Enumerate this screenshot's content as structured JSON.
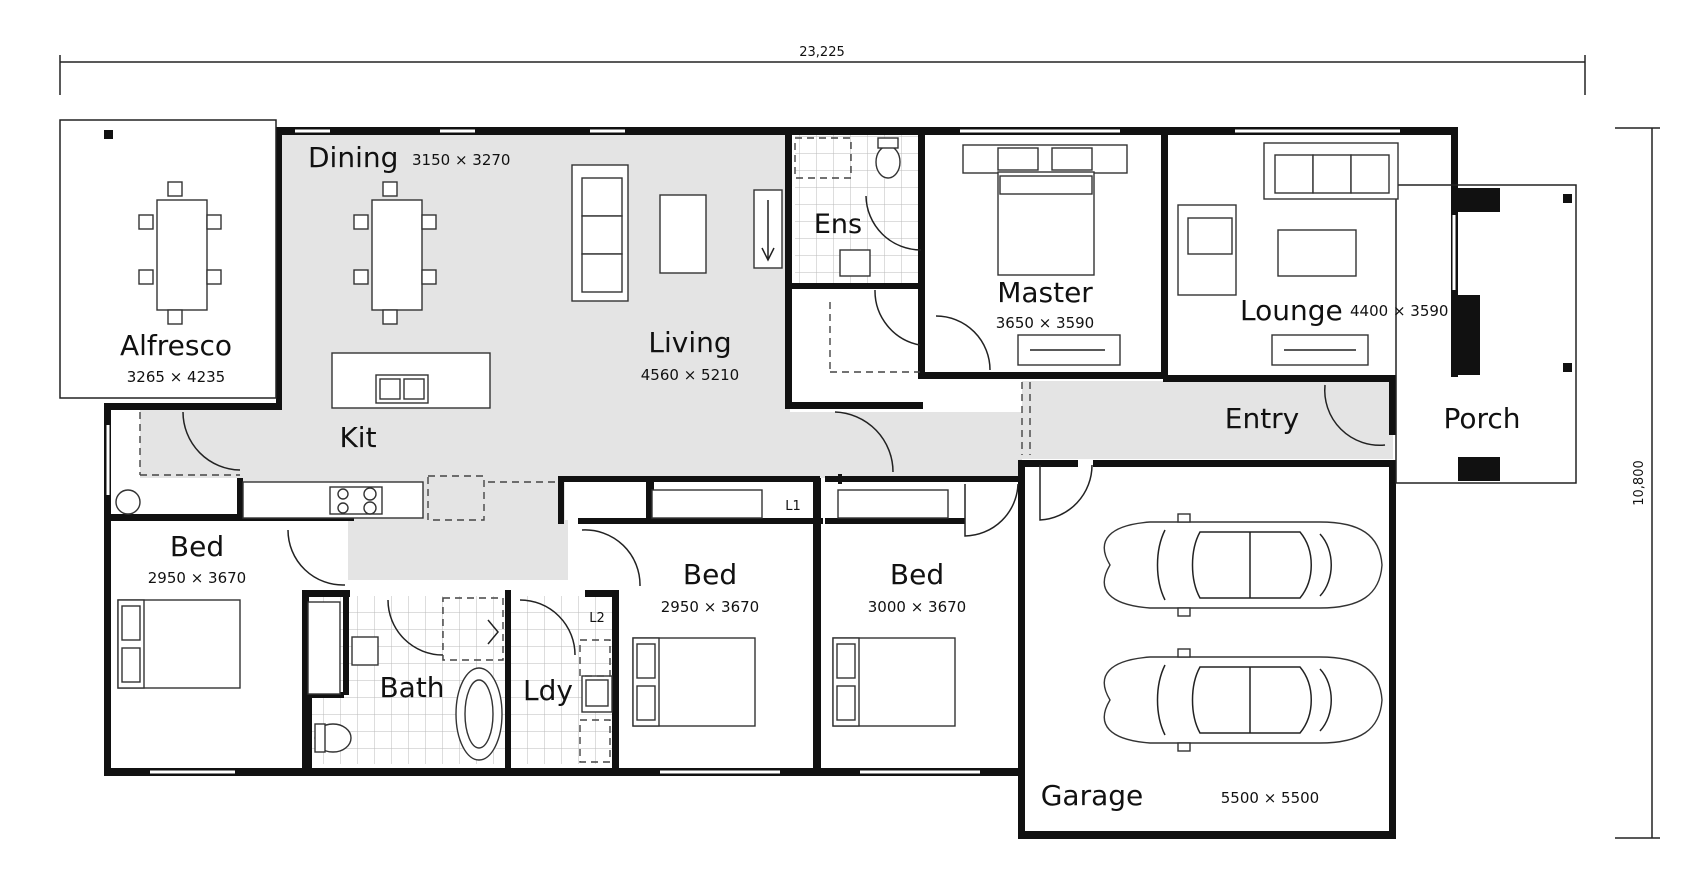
{
  "plan": {
    "overall_width": "23,225",
    "overall_depth": "10,800",
    "rooms": {
      "dining": {
        "name": "Dining",
        "size": "3150 × 3270"
      },
      "alfresco": {
        "name": "Alfresco",
        "size": "3265 × 4235"
      },
      "living": {
        "name": "Living",
        "size": "4560 × 5210"
      },
      "kit": {
        "name": "Kit"
      },
      "ens": {
        "name": "Ens"
      },
      "master": {
        "name": "Master",
        "size": "3650 × 3590"
      },
      "lounge": {
        "name": "Lounge",
        "size": "4400 × 3590"
      },
      "entry": {
        "name": "Entry"
      },
      "porch": {
        "name": "Porch"
      },
      "bed1": {
        "name": "Bed",
        "size": "2950 × 3670"
      },
      "bed2": {
        "name": "Bed",
        "size": "2950 × 3670"
      },
      "bed3": {
        "name": "Bed",
        "size": "3000 × 3670"
      },
      "bath": {
        "name": "Bath"
      },
      "ldy": {
        "name": "Ldy"
      },
      "garage": {
        "name": "Garage",
        "size": "5500 × 5500"
      }
    },
    "tags": {
      "l1": "L1",
      "l2": "L2"
    }
  }
}
